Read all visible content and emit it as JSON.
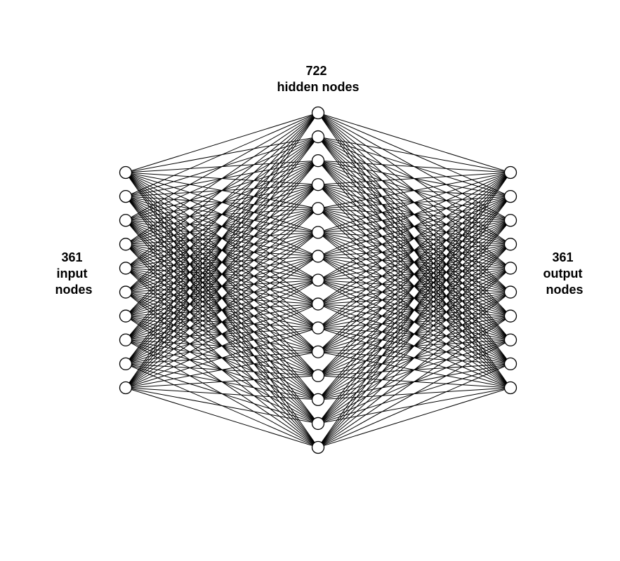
{
  "diagram": {
    "type": "neural-network",
    "layers": [
      {
        "id": "input",
        "label_lines": [
          "361",
          "input",
          "nodes"
        ],
        "nodes_drawn": 10
      },
      {
        "id": "hidden",
        "label_lines": [
          "722",
          "hidden nodes"
        ],
        "nodes_drawn": 15
      },
      {
        "id": "output",
        "label_lines": [
          "361",
          "output",
          "nodes"
        ],
        "nodes_drawn": 10
      }
    ],
    "connections": "fully-connected",
    "colors": {
      "background": "#ffffff",
      "stroke": "#000000",
      "node_fill": "#ffffff"
    }
  }
}
